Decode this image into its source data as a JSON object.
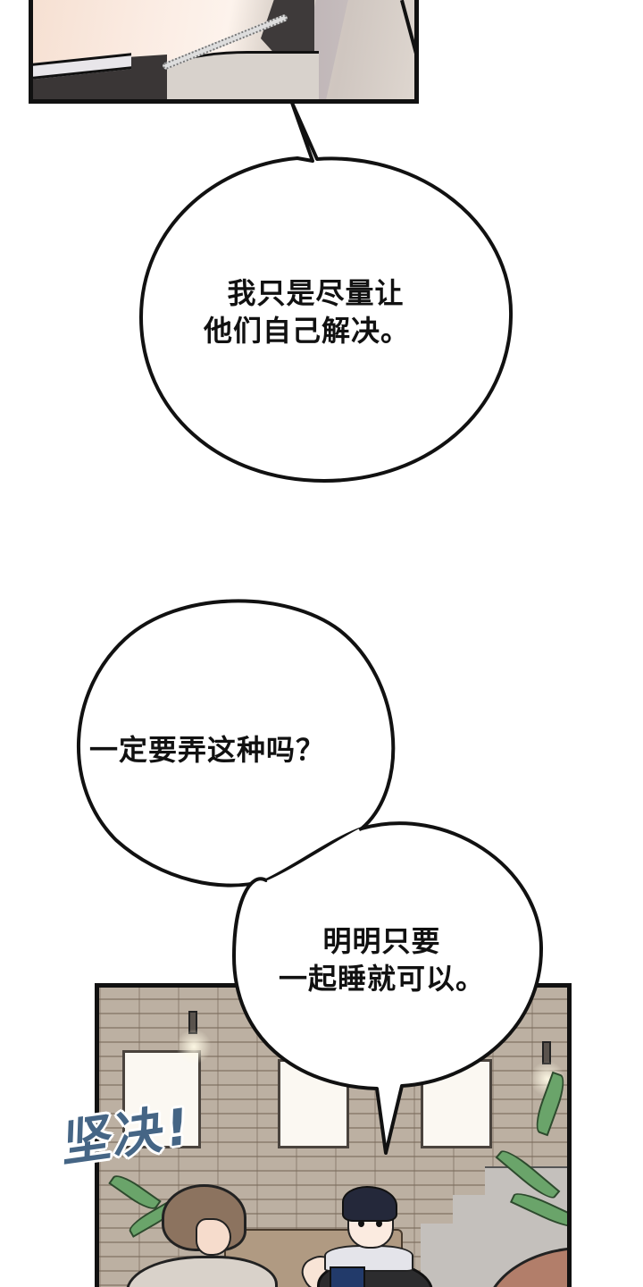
{
  "comic": {
    "panels": [
      {
        "id": "top-panel",
        "description": "close-up of collar and zipper"
      },
      {
        "id": "bottom-panel",
        "description": "two men in a cafe with stone wall, frames, plants"
      }
    ],
    "bubbles": [
      {
        "id": "bubble-1",
        "lines": [
          "我只是尽量让",
          "他们自己解决。"
        ]
      },
      {
        "id": "bubble-2",
        "lines": [
          "一定要弄这种吗？"
        ]
      },
      {
        "id": "bubble-3",
        "lines": [
          "明明只要",
          "一起睡就可以。"
        ]
      }
    ],
    "sfx": {
      "text": "坚决!",
      "color": "#456585"
    }
  },
  "colors": {
    "background": "#ffffff",
    "ink": "#111111",
    "sfx_blue": "#456585",
    "wall_stone": "#bcb0a2",
    "plant_green": "#6aa46a"
  }
}
